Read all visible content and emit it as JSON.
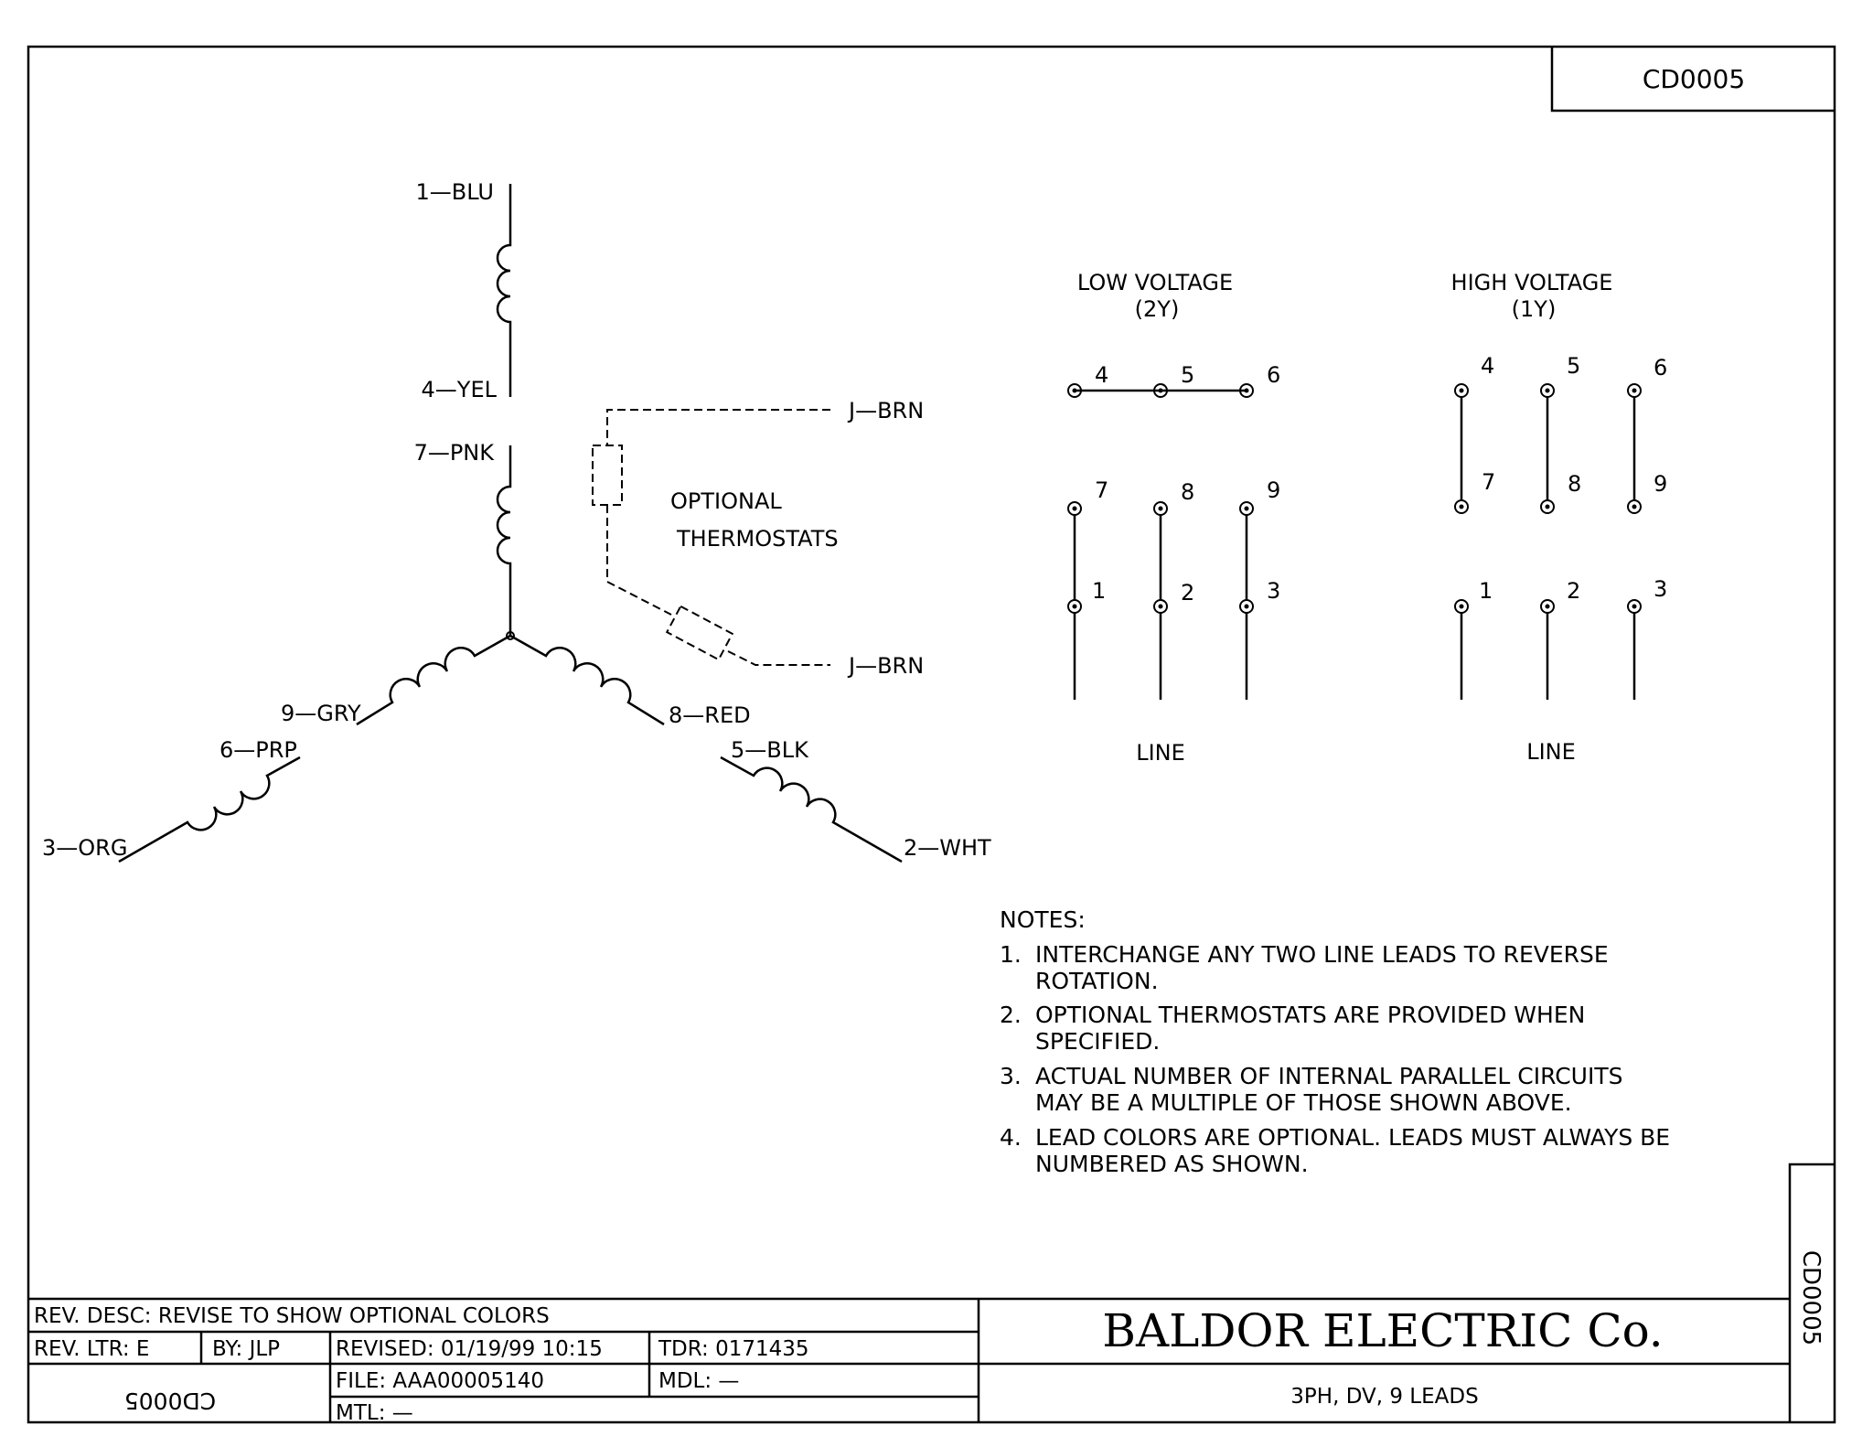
{
  "drawing_number": "CD0005",
  "motor": {
    "leads": {
      "l1": "1—BLU",
      "l4": "4—YEL",
      "l7": "7—PNK",
      "l9": "9—GRY",
      "l6": "6—PRP",
      "l3": "3—ORG",
      "l8": "8—RED",
      "l5": "5—BLK",
      "l2": "2—WHT"
    },
    "thermostat": {
      "lead_top": "J—BRN",
      "lead_bottom": "J—BRN",
      "label_line1": "OPTIONAL",
      "label_line2": "THERMOSTATS"
    }
  },
  "low_voltage": {
    "title": "LOW  VOLTAGE",
    "subtitle": "(2Y)",
    "terminals": {
      "t4": "4",
      "t5": "5",
      "t6": "6",
      "t7": "7",
      "t8": "8",
      "t9": "9",
      "t1": "1",
      "t2": "2",
      "t3": "3"
    },
    "line_label": "LINE"
  },
  "high_voltage": {
    "title": "HIGH  VOLTAGE",
    "subtitle": "(1Y)",
    "terminals": {
      "t4": "4",
      "t5": "5",
      "t6": "6",
      "t7": "7",
      "t8": "8",
      "t9": "9",
      "t1": "1",
      "t2": "2",
      "t3": "3"
    },
    "line_label": "LINE"
  },
  "notes": {
    "heading": "NOTES:",
    "items": [
      {
        "num": "1.",
        "line1": "INTERCHANGE  ANY  TWO  LINE  LEADS  TO  REVERSE",
        "line2": "ROTATION."
      },
      {
        "num": "2.",
        "line1": "OPTIONAL  THERMOSTATS  ARE  PROVIDED  WHEN",
        "line2": "SPECIFIED."
      },
      {
        "num": "3.",
        "line1": "ACTUAL  NUMBER  OF  INTERNAL  PARALLEL  CIRCUITS",
        "line2": "MAY  BE  A  MULTIPLE  OF  THOSE  SHOWN  ABOVE."
      },
      {
        "num": "4.",
        "line1": "LEAD  COLORS  ARE  OPTIONAL.   LEADS  MUST  ALWAYS  BE",
        "line2": "NUMBERED  AS  SHOWN."
      }
    ]
  },
  "title_block": {
    "rev_desc": "REV. DESC:  REVISE  TO  SHOW  OPTIONAL  COLORS",
    "rev_ltr": "REV. LTR:  E",
    "by": "BY:  JLP",
    "revised": "REVISED: 01/19/99  10:15",
    "tdr": "TDR:  0171435",
    "file": "FILE:  AAA00005140",
    "mdl": "MDL:  —",
    "mtl": "MTL:  —",
    "company": "BALDOR  ELECTRIC  Co.",
    "description": "3PH,  DV,  9  LEADS"
  }
}
